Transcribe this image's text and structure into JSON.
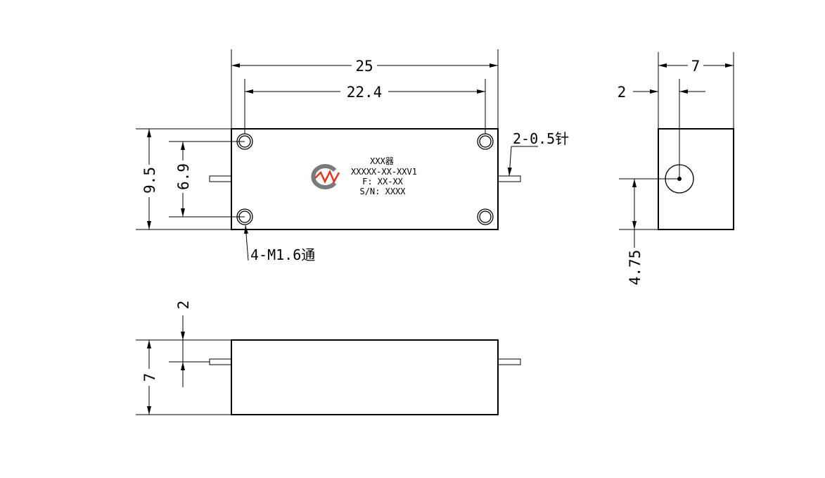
{
  "front_view": {
    "overall_length": "25",
    "hole_spacing_x": "22.4",
    "overall_height": "9.5",
    "hole_spacing_y": "6.9",
    "pin_callout": "2-0.5针",
    "hole_callout": "4-M1.6通",
    "label": {
      "line1": "XXX器",
      "line2": "XXXXX-XX-XXV1",
      "line3": "F: XX-XX",
      "line4": "S/N: XXXX"
    },
    "logo": {
      "name": "company-logo",
      "colors": {
        "ring": "#7a7a7a",
        "mark": "#e8321e"
      }
    }
  },
  "side_view": {
    "width": "7",
    "pin_offset": "2",
    "pin_height": "4.75"
  },
  "bottom_view": {
    "pin_offset": "2",
    "height": "7"
  }
}
